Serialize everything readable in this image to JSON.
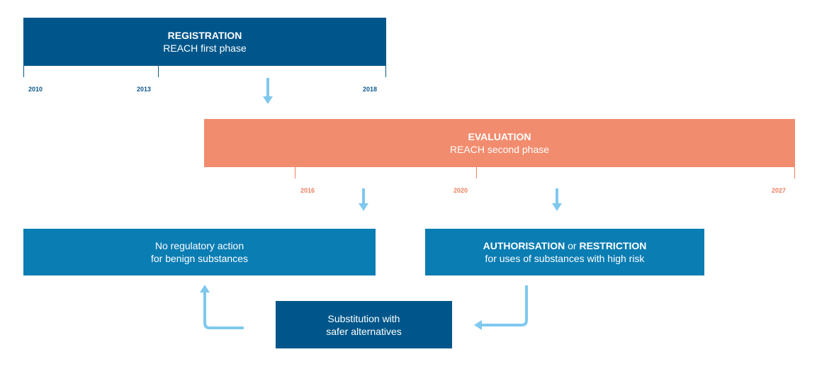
{
  "registration": {
    "title": "REGISTRATION",
    "subtitle": "REACH first phase",
    "years": [
      "2010",
      "2013",
      "2018"
    ]
  },
  "evaluation": {
    "title": "EVALUATION",
    "subtitle": "REACH second phase",
    "years": [
      "2016",
      "2020",
      "2027"
    ]
  },
  "no_action": {
    "line1": "No regulatory action",
    "line2": "for benign substances"
  },
  "authorisation": {
    "part1": "AUTHORISATION",
    "part2": " or ",
    "part3": "RESTRICTION",
    "line2": "for uses of substances with high risk"
  },
  "substitution": {
    "line1": "Substitution with",
    "line2": "safer alternatives"
  },
  "colors": {
    "dark_blue": "#00568a",
    "mid_blue": "#0a7db3",
    "orange": "#f28c6e",
    "arrow": "#7fc8ee"
  }
}
